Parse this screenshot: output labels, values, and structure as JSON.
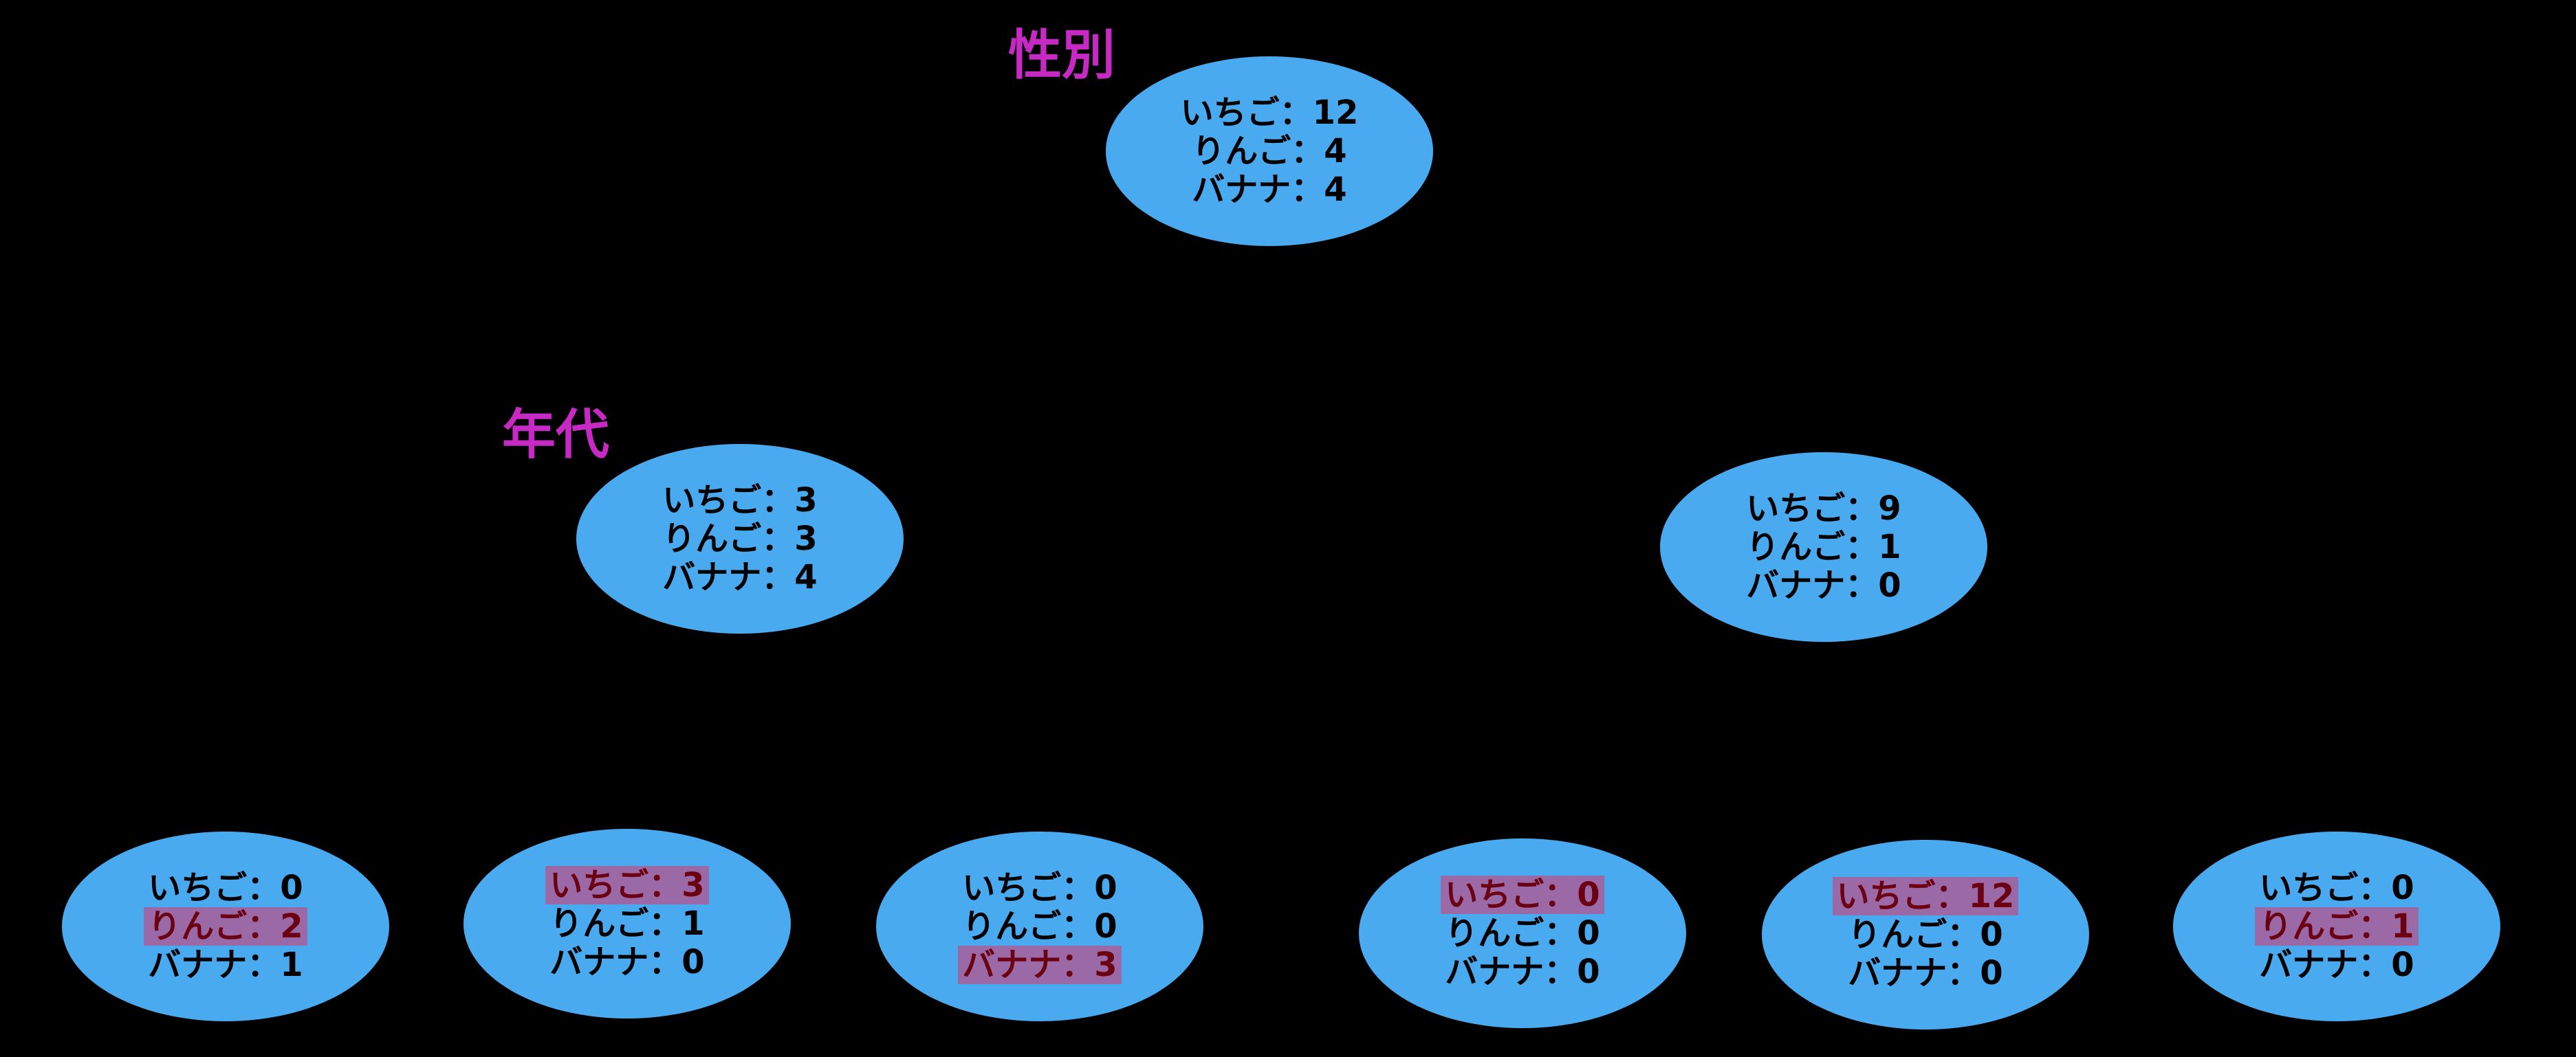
{
  "colors": {
    "background": "#000000",
    "node_fill": "#4aaaf0",
    "node_text": "#000000",
    "highlight_fill": "#9b6aa6",
    "highlight_text": "#6b0012",
    "label_text": "#c729c4"
  },
  "labels": {
    "root_split": "性別",
    "left_split": "年代"
  },
  "nodes": {
    "root": {
      "line1": "いちご：12",
      "line2": "りんご：4",
      "line3": "バナナ：4"
    },
    "mid_left": {
      "line1": "いちご：3",
      "line2": "りんご：3",
      "line3": "バナナ：4"
    },
    "mid_right": {
      "line1": "いちご：9",
      "line2": "りんご：1",
      "line3": "バナナ：0"
    },
    "leaf1": {
      "line1": "いちご：0",
      "line2": "りんご：2",
      "line3": "バナナ：1",
      "highlighted": "line2"
    },
    "leaf2": {
      "line1": "いちご：3",
      "line2": "りんご：1",
      "line3": "バナナ：0",
      "highlighted": "line1"
    },
    "leaf3": {
      "line1": "いちご：0",
      "line2": "りんご：0",
      "line3": "バナナ：3",
      "highlighted": "line3"
    },
    "leaf4": {
      "line1": "いちご：0",
      "line2": "りんご：0",
      "line3": "バナナ：0",
      "highlighted": "line1"
    },
    "leaf5": {
      "line1": "いちご：12",
      "line2": "りんご：0",
      "line3": "バナナ：0",
      "highlighted": "line1"
    },
    "leaf6": {
      "line1": "いちご：0",
      "line2": "りんご：1",
      "line3": "バナナ：0",
      "highlighted": "line2"
    }
  }
}
